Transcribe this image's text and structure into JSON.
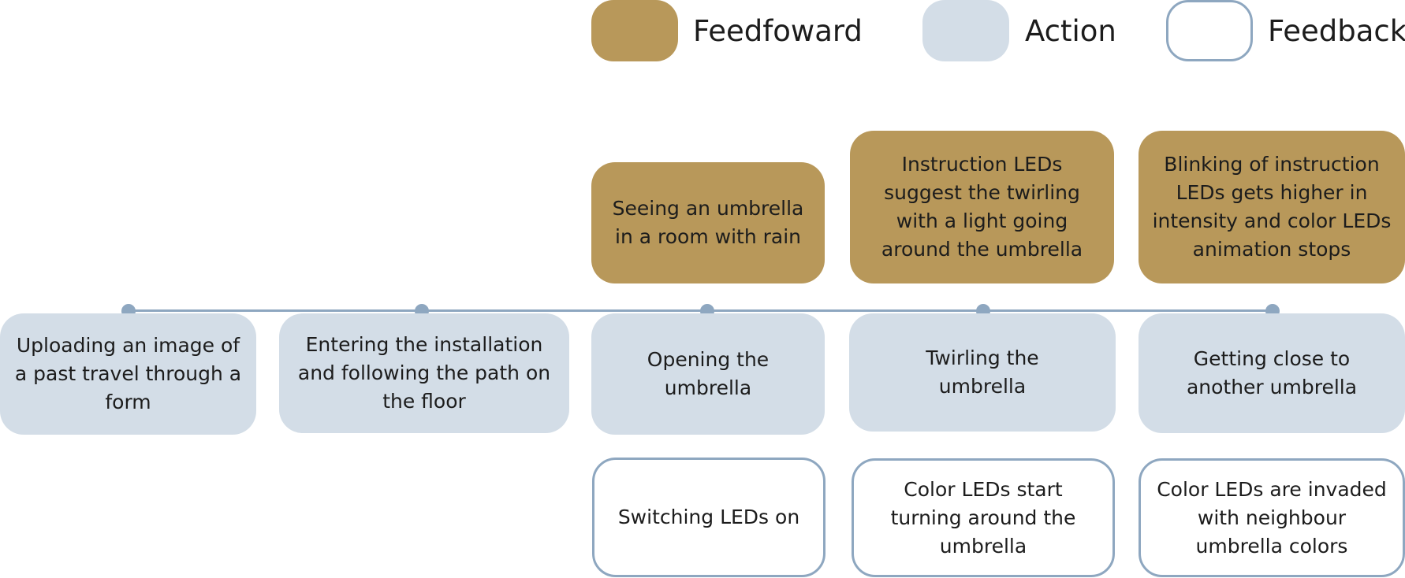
{
  "legend": {
    "feedforward": "Feedfoward",
    "action": "Action",
    "feedback": "Feedback"
  },
  "colors": {
    "feedforward": "#b8985a",
    "action": "#d3dde7",
    "feedback_border": "#8ea7c0",
    "timeline": "#8ea7c0"
  },
  "steps": [
    {
      "action": "Uploading an image of a past travel through a form"
    },
    {
      "action": "Entering the installation and following the path on the floor"
    },
    {
      "feedforward": "Seeing an umbrella in a room with rain",
      "action": "Opening the umbrella",
      "feedback": "Switching LEDs on"
    },
    {
      "feedforward": "Instruction LEDs suggest the twirling with a light going around the umbrella",
      "action": "Twirling the umbrella",
      "feedback": "Color LEDs start turning around the umbrella"
    },
    {
      "feedforward": "Blinking of instruction LEDs gets higher in intensity and color LEDs animation stops",
      "action": "Getting close to another umbrella",
      "feedback": "Color LEDs are invaded with neighbour umbrella colors"
    }
  ]
}
